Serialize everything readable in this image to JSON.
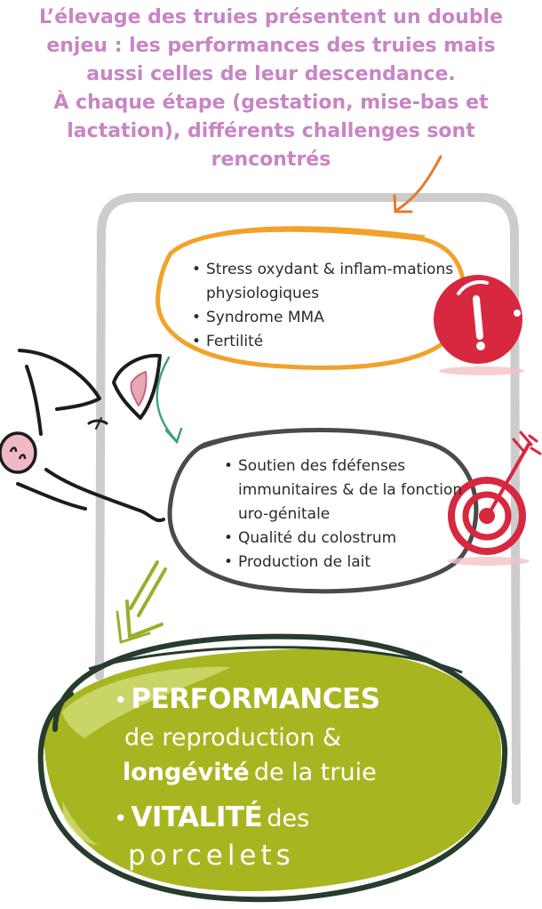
{
  "intro": {
    "line1": "L’élevage des truies présentent un double enjeu : les performances des truies mais aussi celles de leur descendance.",
    "line2": "À chaque étape (gestation, mise-bas et lactation), différents challenges sont rencontrés"
  },
  "challenges": {
    "items": [
      "Stress oxydant & inflam-mations physiologiques",
      "Syndrome MMA",
      "Fertilité"
    ],
    "icon": "exclamation-icon",
    "color": "#f2a22a"
  },
  "objectives": {
    "items": [
      "Soutien des fdéfenses immunitaires & de la fonction uro-génitale",
      "Qualité du colostrum",
      "Production de lait"
    ],
    "icon": "target-icon",
    "color": "#4a4a4a"
  },
  "results": {
    "perf_title": "PERFORMANCES",
    "perf_line1": "de reproduction &",
    "perf_bold": "longévité",
    "perf_line2": "de la truie",
    "vital_title": "VITALITÉ",
    "vital_word": "des",
    "vital_line": "porcelets",
    "color": "#a7b620"
  },
  "colors": {
    "intro_text": "#c885c4",
    "arrow_orange": "#e67a2c",
    "arrow_green": "#3ea080",
    "arrow_lime": "#9aae2a",
    "frame": "#cccccc",
    "alert_red": "#d7283f",
    "outline_dark": "#263c2c"
  }
}
